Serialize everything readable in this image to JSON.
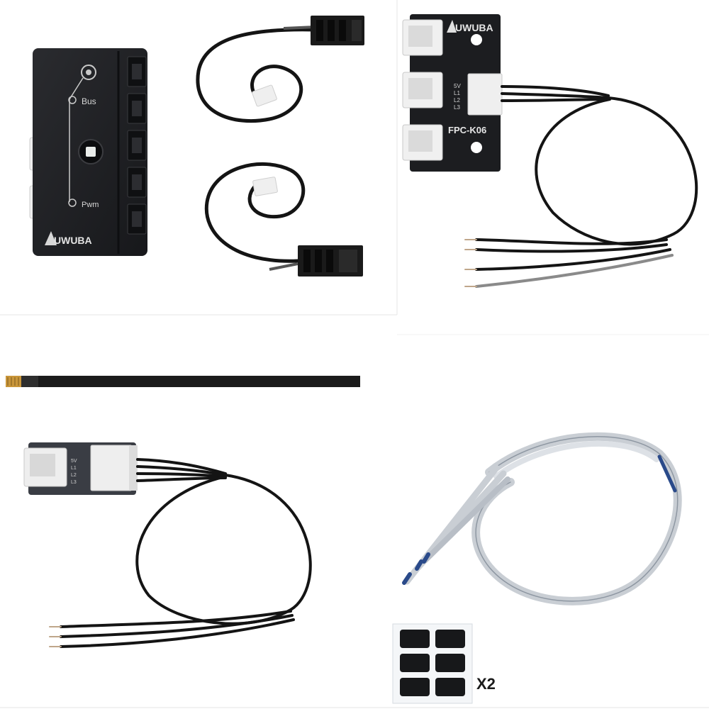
{
  "hub": {
    "brand": "UWUBA",
    "label_bus": "Bus",
    "label_pwm": "Pwm"
  },
  "board_k06": {
    "brand": "UWUBA",
    "model": "FPC-K06",
    "pins": [
      "5V",
      "L1",
      "L2",
      "L3"
    ]
  },
  "adapter": {
    "pins": [
      "5V",
      "L1",
      "L2",
      "L3"
    ]
  },
  "pads": {
    "quantity": "X2"
  },
  "colors": {
    "pcb_black": "#1c1d20",
    "connector_white": "#eeeeee",
    "cable_black": "#141414",
    "ribbon_gray": "#c9ced4"
  }
}
